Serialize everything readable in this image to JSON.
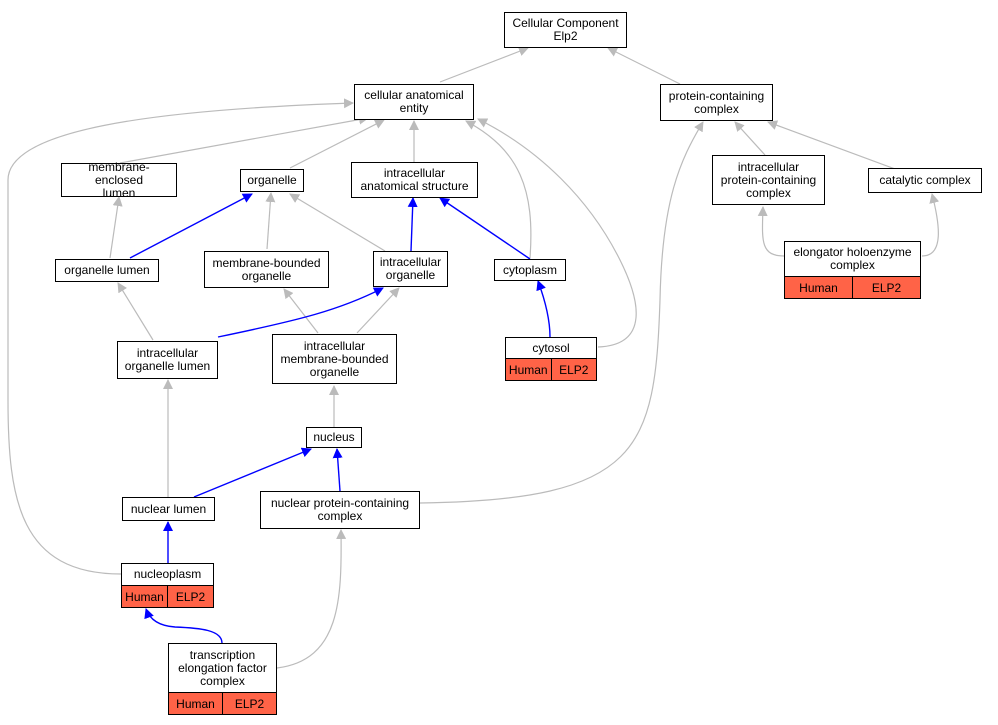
{
  "colors": {
    "is_a_edge": "#bbbbbb",
    "part_of_edge": "#0000ff",
    "annotation_fill": "#ff6347",
    "node_border": "#000000"
  },
  "nodes": {
    "root": "Cellular Component\nElp2",
    "cellular_anatomical_entity": "cellular anatomical\nentity",
    "protein_containing_complex": "protein-containing\ncomplex",
    "membrane_enclosed_lumen": "membrane-enclosed\nlumen",
    "organelle": "organelle",
    "intracellular_anatomical_structure": "intracellular\nanatomical structure",
    "intracellular_protein_containing_complex": "intracellular\nprotein-containing\ncomplex",
    "catalytic_complex": "catalytic complex",
    "organelle_lumen": "organelle lumen",
    "membrane_bounded_organelle": "membrane-bounded\norganelle",
    "intracellular_organelle": "intracellular\norganelle",
    "cytoplasm": "cytoplasm",
    "elongator_holoenzyme_complex": "elongator holoenzyme\ncomplex",
    "intracellular_organelle_lumen": "intracellular\norganelle lumen",
    "intracellular_membrane_bounded_organelle": "intracellular\nmembrane-bounded\norganelle",
    "cytosol": "cytosol",
    "nucleus": "nucleus",
    "nuclear_lumen": "nuclear lumen",
    "nuclear_protein_containing_complex": "nuclear protein-containing\ncomplex",
    "nucleoplasm": "nucleoplasm",
    "transcription_elongation_factor_complex": "transcription\nelongation factor\ncomplex"
  },
  "annotations": {
    "elongator_holoenzyme_complex": [
      "Human",
      "ELP2"
    ],
    "cytosol": [
      "Human",
      "ELP2"
    ],
    "nucleoplasm": [
      "Human",
      "ELP2"
    ],
    "transcription_elongation_factor_complex": [
      "Human",
      "ELP2"
    ]
  }
}
